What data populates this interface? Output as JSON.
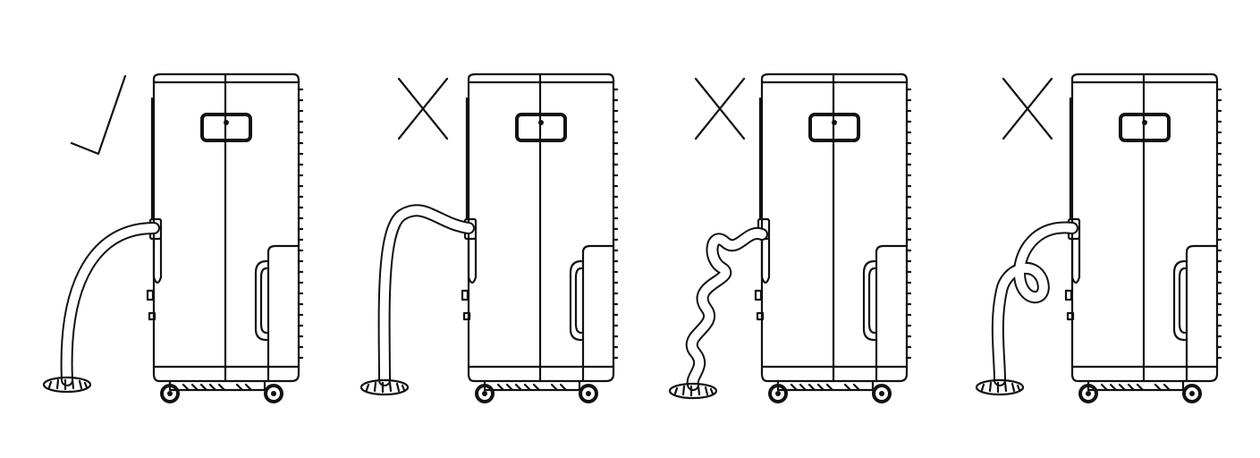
{
  "colors": {
    "line": "#111111",
    "background": "#ffffff"
  },
  "panels": [
    {
      "mark_icon": "check-icon",
      "hose": "smooth-downward-curve"
    },
    {
      "mark_icon": "cross-icon",
      "hose": "raised-arch"
    },
    {
      "mark_icon": "cross-icon",
      "hose": "zigzag-kinked"
    },
    {
      "mark_icon": "cross-icon",
      "hose": "looped"
    }
  ]
}
